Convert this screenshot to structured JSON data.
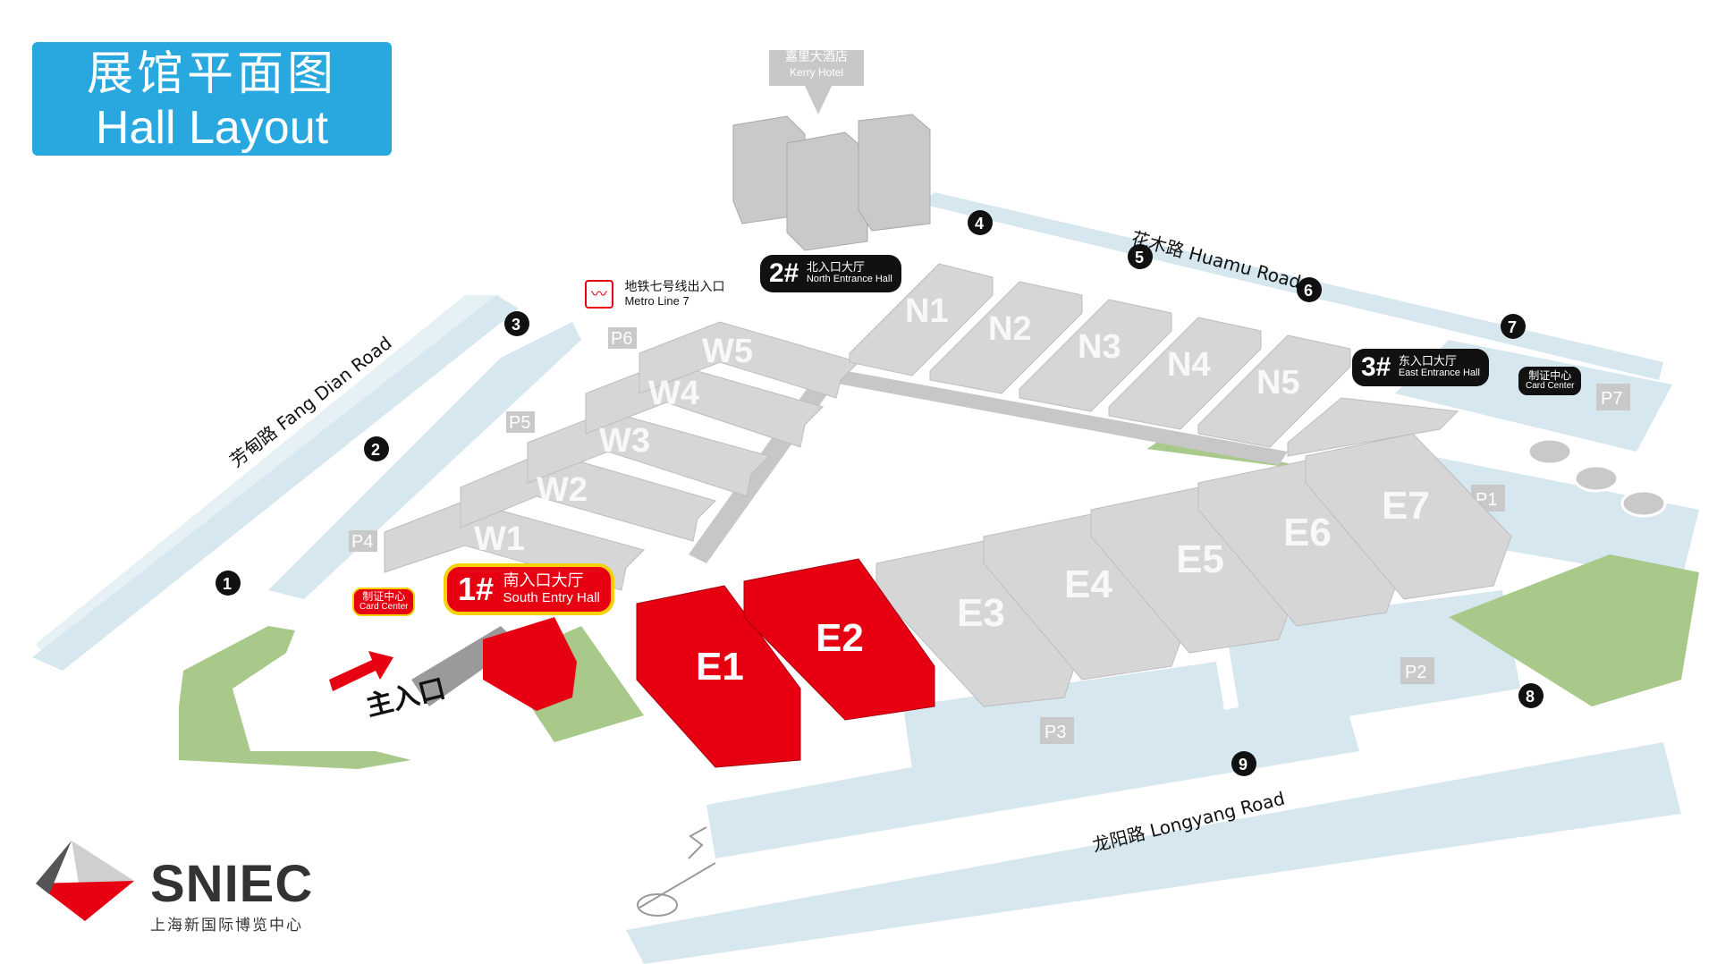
{
  "title": {
    "zh": "展馆平面图",
    "en": "Hall Layout"
  },
  "hotel": {
    "zh": "嘉里大酒店",
    "en": "Kerry Hotel"
  },
  "metro": {
    "zh": "地铁七号线出入口",
    "en": "Metro Line 7"
  },
  "entrances": {
    "south": {
      "num": "1#",
      "zh": "南入口大厅",
      "en": "South Entry Hall"
    },
    "north": {
      "num": "2#",
      "zh": "北入口大厅",
      "en": "North Entrance Hall"
    },
    "east": {
      "num": "3#",
      "zh": "东入口大厅",
      "en": "East Entrance Hall"
    }
  },
  "card_center": {
    "zh": "制证中心",
    "en": "Card Center"
  },
  "main_entry": "主入口",
  "roads": {
    "west": "芳甸路  Fang Dian Road",
    "north": "花木路  Huamu Road",
    "south": "龙阳路  Longyang Road"
  },
  "halls": {
    "west": [
      "W1",
      "W2",
      "W3",
      "W4",
      "W5"
    ],
    "north": [
      "N1",
      "N2",
      "N3",
      "N4",
      "N5"
    ],
    "east": [
      "E1",
      "E2",
      "E3",
      "E4",
      "E5",
      "E6",
      "E7"
    ]
  },
  "highlighted_halls": [
    "E1",
    "E2"
  ],
  "parking": [
    "P1",
    "P2",
    "P3",
    "P4",
    "P5",
    "P6",
    "P7"
  ],
  "gates": [
    "1",
    "2",
    "3",
    "4",
    "5",
    "6",
    "7",
    "8",
    "9"
  ],
  "logo": {
    "name": "SNIEC",
    "zh": "上海新国际博览中心"
  },
  "colors": {
    "accent": "#29a8e0",
    "highlight": "#e60012",
    "water": "#d6e7ef",
    "green": "#a9c98a",
    "hall": "#d6d6d6",
    "callout_border": "#f6d10a"
  }
}
